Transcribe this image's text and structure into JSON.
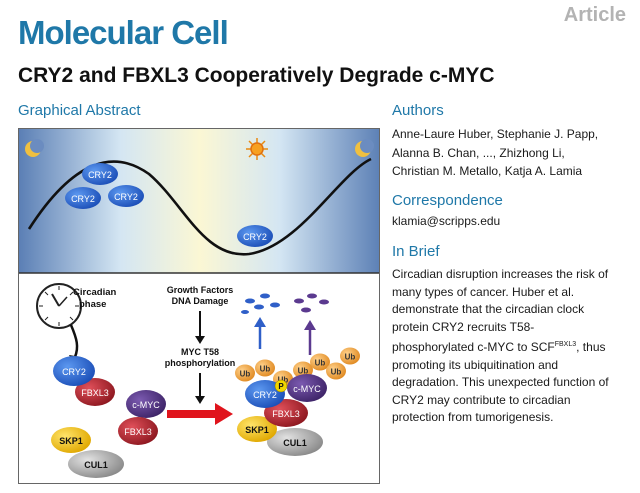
{
  "header": {
    "journal": "Molecular Cell",
    "article_type": "Article",
    "title": "CRY2 and FBXL3 Cooperatively Degrade c-MYC"
  },
  "graphical_abstract": {
    "heading": "Graphical Abstract",
    "cry2_label": "CRY2",
    "fbxl3_label": "FBXL3",
    "cmyc_label": "c-MYC",
    "skp1_label": "SKP1",
    "cul1_label": "CUL1",
    "ub_label": "Ub",
    "p_label": "P",
    "circadian_phase_line1": "Circadian",
    "circadian_phase_line2": "phase",
    "growth_factors": "Growth Factors",
    "dna_damage": "DNA Damage",
    "myc_t58": "MYC T58",
    "phosphorylation": "phosphorylation"
  },
  "authors": {
    "heading": "Authors",
    "lines": [
      "Anne-Laure Huber, Stephanie J. Papp,",
      "Alanna B. Chan, ..., Zhizhong Li,",
      "Christian M. Metallo, Katja A. Lamia"
    ]
  },
  "correspondence": {
    "heading": "Correspondence",
    "email": "klamia@scripps.edu"
  },
  "in_brief": {
    "heading": "In Brief",
    "lines": [
      "Circadian disruption increases the risk of",
      "many types of cancer. Huber et al.",
      "demonstrate that the circadian clock",
      "protein CRY2 recruits T58-",
      "phosphorylated c-MYC to SCF",
      "FBXL3",
      ", thus",
      "promoting its ubiquitination and",
      "degradation. This unexpected function of",
      "CRY2 may contribute to circadian",
      "protection from tumorigenesis."
    ]
  },
  "colors": {
    "brand_blue": "#1f78a8",
    "cry2_blue": "#2f6fd8",
    "fbxl3_red": "#c0282f",
    "cmyc_purple": "#5b3a8f",
    "skp1_yellow": "#f2c418",
    "cul1_gray": "#a9a9a9",
    "ub_orange": "#f0a040",
    "arrow_red": "#e0141c"
  }
}
